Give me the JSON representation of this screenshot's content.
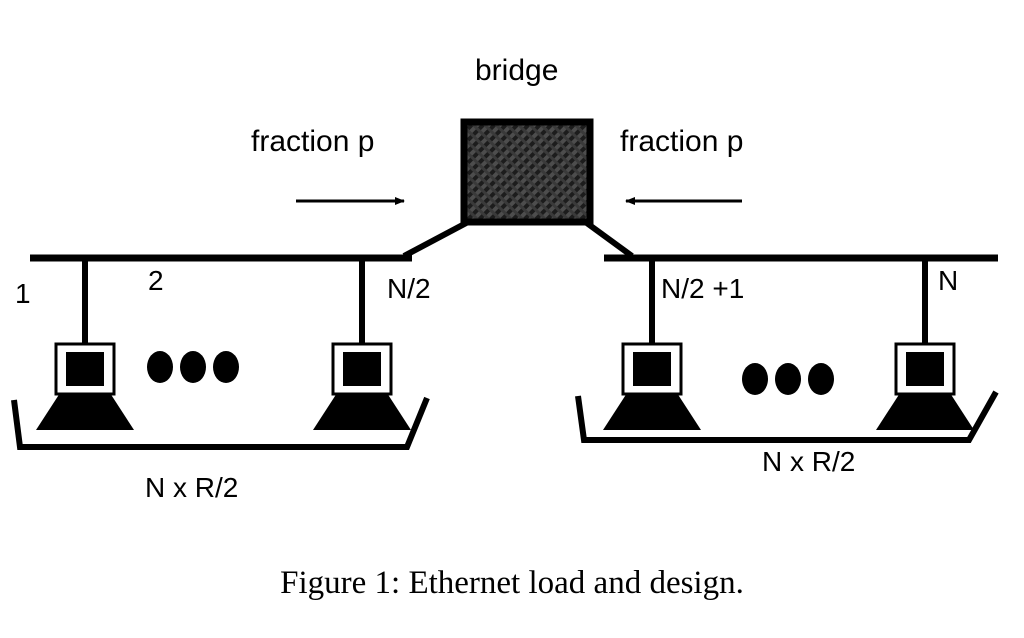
{
  "figure": {
    "caption": "Figure 1: Ethernet load and design.",
    "background_color": "#ffffff",
    "ink_color": "#000000"
  },
  "bridge": {
    "label": "bridge",
    "fill_note": "dark cross-hatch texture",
    "fill_color": "#2b2b2b",
    "border_color": "#000000"
  },
  "traffic": {
    "left": {
      "label": "fraction p",
      "arrow_direction": "right",
      "arrow_name": "arrow-right-icon"
    },
    "right": {
      "label": "fraction p",
      "arrow_direction": "left",
      "arrow_name": "arrow-left-icon"
    }
  },
  "left_segment": {
    "station_labels": {
      "first": "1",
      "second": "2",
      "last": "N/2"
    },
    "ellipsis": "●●●",
    "capacity_label": "N x R/2",
    "host_icon": "computer-icon",
    "host_count_shown": 2
  },
  "right_segment": {
    "station_labels": {
      "first": "N/2 +1",
      "last": "N"
    },
    "ellipsis": "●●●",
    "capacity_label": "N x R/2",
    "host_icon": "computer-icon",
    "host_count_shown": 2
  }
}
